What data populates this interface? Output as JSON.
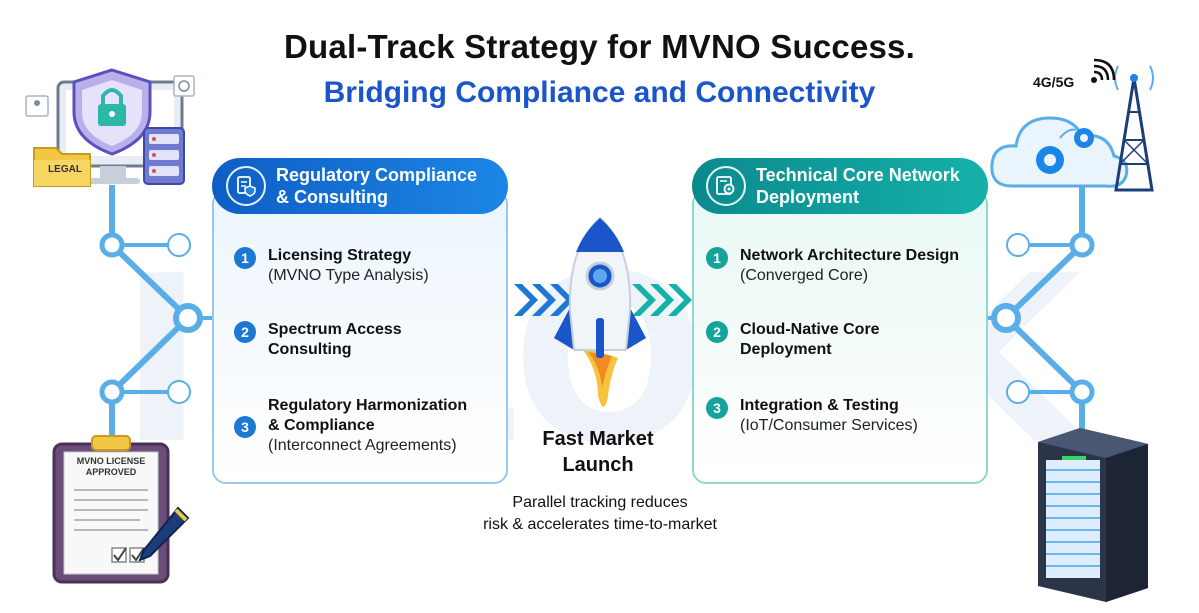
{
  "header": {
    "title": "Dual-Track Strategy for MVNO Success.",
    "subtitle": "Bridging Compliance and Connectivity"
  },
  "left_panel": {
    "title_line1": "Regulatory Compliance",
    "title_line2": "& Consulting",
    "items": [
      {
        "number": "1",
        "line1": "Licensing Strategy",
        "line2": "(MVNO Type Analysis)"
      },
      {
        "number": "2",
        "line1": "Spectrum Access",
        "line2": "Consulting"
      },
      {
        "number": "3",
        "line1": "Regulatory Harmonization",
        "line2": "& Compliance",
        "line3": "(Interconnect Agreements)"
      }
    ]
  },
  "right_panel": {
    "title_line1": "Technical Core Network",
    "title_line2": "Deployment",
    "items": [
      {
        "number": "1",
        "line1": "Network Architecture Design",
        "line2": "(Converged Core)"
      },
      {
        "number": "2",
        "line1": "Cloud-Native Core",
        "line2": "Deployment"
      },
      {
        "number": "3",
        "line1": "Integration & Testing",
        "line2": "(IoT/Consumer Services)"
      }
    ]
  },
  "center": {
    "launch_line1": "Fast Market",
    "launch_line2": "Launch",
    "note_line1": "Parallel tracking reduces",
    "note_line2": "risk & accelerates time-to-market"
  },
  "decor": {
    "network_label": "4G/5G",
    "folder_label": "LEGAL",
    "license_line1": "MVNO LICENSE",
    "license_line2": "APPROVED"
  },
  "colors": {
    "left_accent": "#1d78d4",
    "right_accent": "#15a39c",
    "subtitle": "#1a55c9"
  },
  "icons": [
    "lock-shield-icon",
    "legal-folder-icon",
    "server-rack-icon",
    "document-shield-icon",
    "gear-document-icon",
    "rocket-icon",
    "chevrons-right-icon",
    "cloud-gears-icon",
    "antenna-tower-icon",
    "signal-icon",
    "clipboard-license-icon",
    "pen-icon",
    "data-center-server-icon"
  ]
}
